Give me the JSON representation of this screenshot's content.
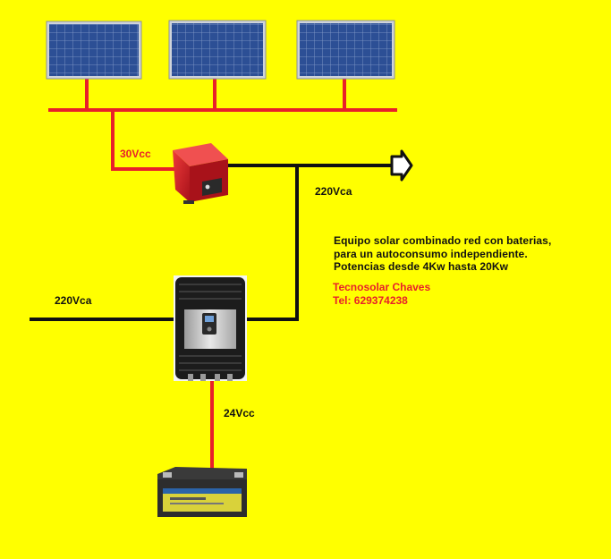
{
  "labels": {
    "panel_dc": "30Vcc",
    "grid_out": "220Vca",
    "grid_in": "220Vca",
    "battery_dc": "24Vcc"
  },
  "description": {
    "line1": "Equipo solar combinado red con baterias,",
    "line2": "para un autoconsumo independiente.",
    "line3": "Potencias desde 4Kw hasta 20Kw"
  },
  "contact": {
    "company": "Tecnosolar Chaves",
    "phone": "Tel: 629374238"
  },
  "colors": {
    "background": "#ffff00",
    "dc_wire": "#e8202a",
    "ac_wire": "#111111",
    "panel": "#2a4a8a",
    "inverter": "#d81f26"
  },
  "icons": {
    "panels": "solar-panel-icon",
    "grid_inverter": "grid-inverter-icon",
    "hybrid_inverter": "hybrid-inverter-charger-icon",
    "battery": "battery-icon",
    "output": "arrow-right-icon"
  }
}
